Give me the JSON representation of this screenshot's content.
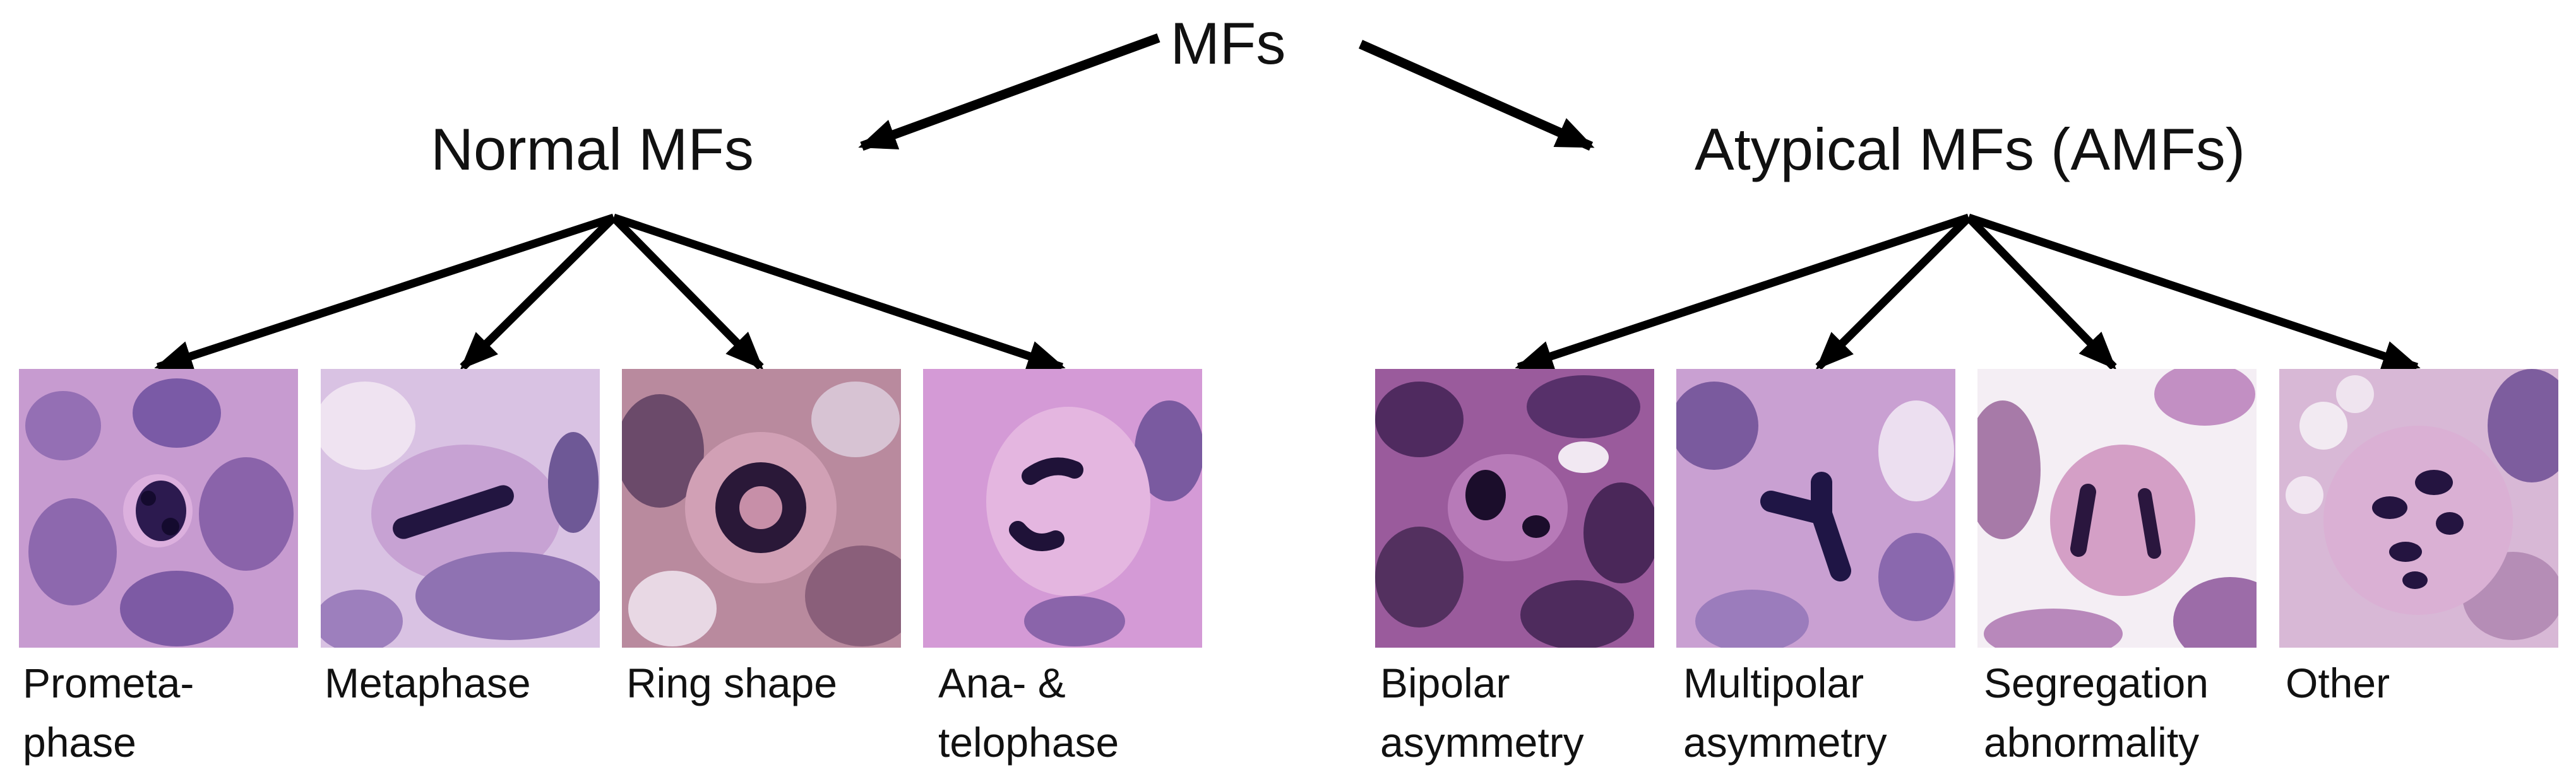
{
  "root": {
    "title": "MFs"
  },
  "groups": [
    {
      "title": "Normal MFs",
      "items": [
        {
          "label_line1": "Prometa-",
          "label_line2": "phase"
        },
        {
          "label_line1": "Metaphase",
          "label_line2": ""
        },
        {
          "label_line1": "Ring shape",
          "label_line2": ""
        },
        {
          "label_line1": "Ana- &",
          "label_line2": "telophase"
        }
      ]
    },
    {
      "title": "Atypical MFs (AMFs)",
      "items": [
        {
          "label_line1": "Bipolar",
          "label_line2": "asymmetry"
        },
        {
          "label_line1": "Multipolar",
          "label_line2": "asymmetry"
        },
        {
          "label_line1": "Segregation",
          "label_line2": "abnormality"
        },
        {
          "label_line1": "Other",
          "label_line2": ""
        }
      ]
    }
  ],
  "colors": {
    "arrow": "#000000",
    "stain_background": "#c98fc9",
    "nucleus": "#7a4a9e",
    "chromatin": "#23133f",
    "cytoplasm": "#e6b8dc"
  }
}
